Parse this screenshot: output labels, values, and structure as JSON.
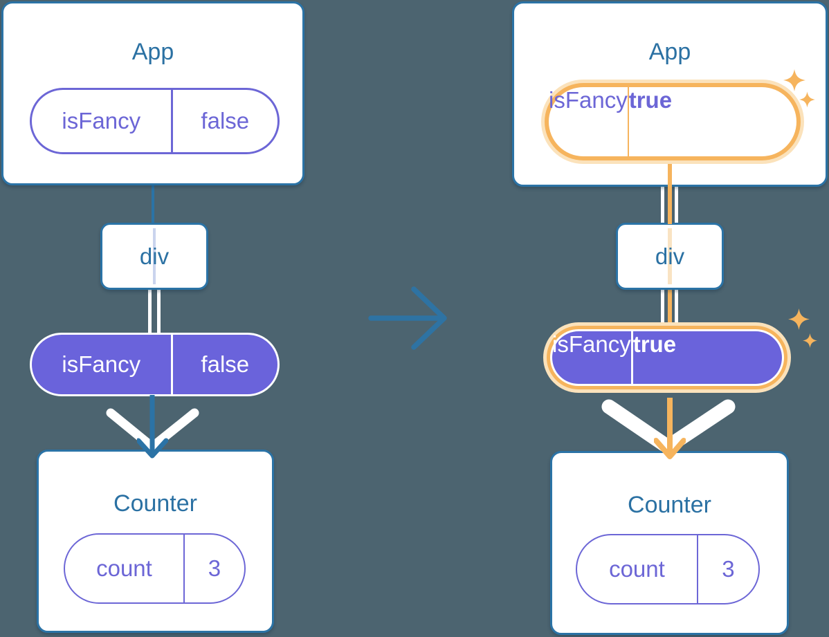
{
  "colors": {
    "background": "#4C6470",
    "steel_blue": "#2B73A6",
    "purple_fill": "#6A63DB",
    "purple_text": "#6C66D6",
    "orange_highlight": "#F6B45D",
    "peach_glow": "#FBE2BB",
    "lavender_line": "#CAD4EE",
    "card_white": "#FFFFFF"
  },
  "icons": {
    "transition_arrow": "right-arrow-icon",
    "sparkle": "four-point-star-icon"
  },
  "left": {
    "app": {
      "title": "App",
      "prop_name": "isFancy",
      "prop_value": "false"
    },
    "div": {
      "title": "div"
    },
    "prop": {
      "name": "isFancy",
      "value": "false"
    },
    "counter": {
      "title": "Counter",
      "state_name": "count",
      "state_value": "3"
    }
  },
  "right": {
    "app": {
      "title": "App",
      "prop_name": "isFancy",
      "prop_value": "true"
    },
    "div": {
      "title": "div"
    },
    "prop": {
      "name": "isFancy",
      "value": "true"
    },
    "counter": {
      "title": "Counter",
      "state_name": "count",
      "state_value": "3"
    }
  }
}
